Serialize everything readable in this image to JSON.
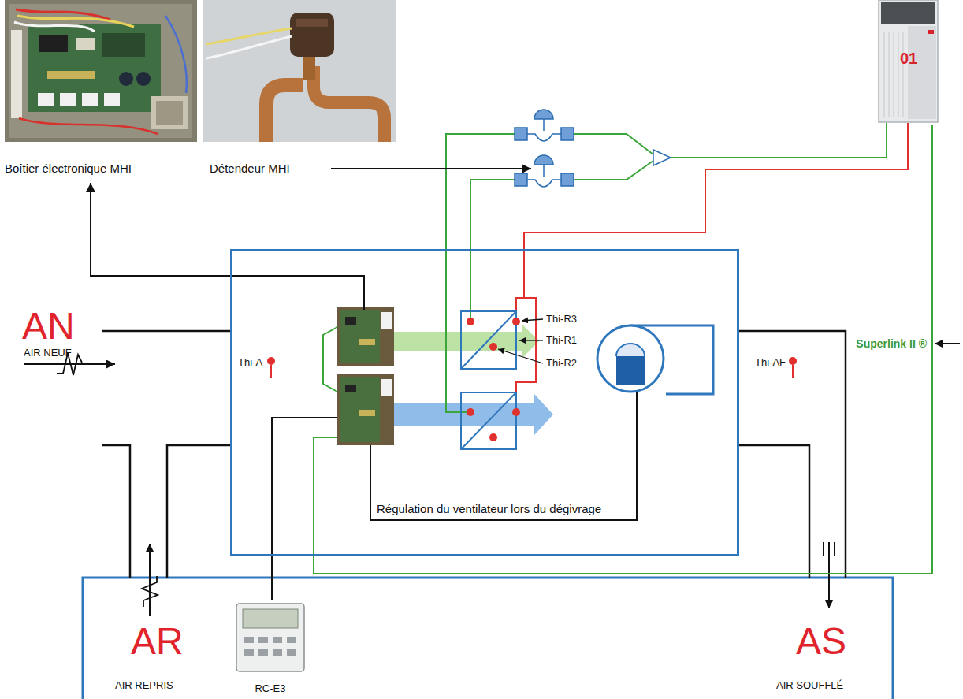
{
  "diagram": {
    "nodes": [
      {
        "text": [
          "Boîtier électronique MHI"
        ]
      },
      {
        "text": [
          "Détendeur MHI"
        ]
      },
      {
        "text": [
          "01"
        ]
      },
      {
        "text": [
          "Régulation du ventilateur lors du dégivrage"
        ]
      },
      {
        "text": [
          "RC-E3"
        ]
      }
    ],
    "edges": [
      {
        "from": 3,
        "to": 0,
        "arrow": "to"
      },
      {
        "from": 2,
        "to": 3,
        "arrow": "none"
      },
      {
        "from": 4,
        "to": 3,
        "arrow": "none"
      }
    ],
    "labels": [
      "AN",
      "Thi-R3",
      "AIR NEUF",
      "Thi-R1",
      "Superlink II ®",
      "Thi-A",
      "Thi-R2",
      "Thi-AF",
      "AR",
      "AIR REPRIS",
      "AS",
      "AIR SOUFFLÉ"
    ]
  }
}
